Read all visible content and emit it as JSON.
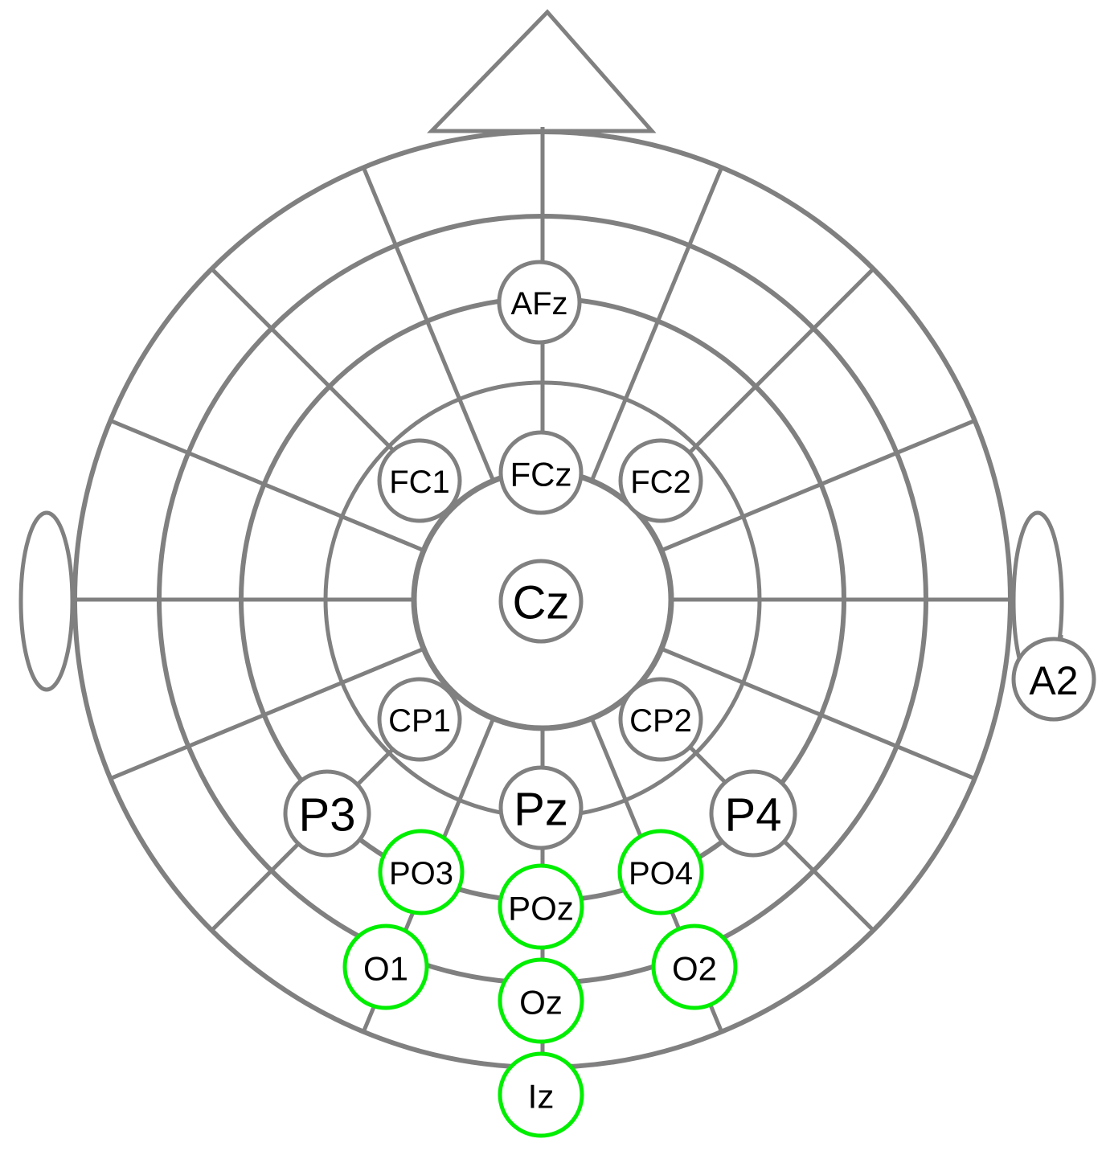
{
  "colors": {
    "grid": "#808080",
    "default_ring": "#808080",
    "selected_ring": "#00ee00",
    "label": "#000000",
    "background": "#ffffff"
  },
  "electrodes": [
    {
      "id": "AFz",
      "label": "AFz",
      "selected": false
    },
    {
      "id": "FC1",
      "label": "FC1",
      "selected": false
    },
    {
      "id": "FCz",
      "label": "FCz",
      "selected": false
    },
    {
      "id": "FC2",
      "label": "FC2",
      "selected": false
    },
    {
      "id": "Cz",
      "label": "Cz",
      "selected": false
    },
    {
      "id": "A2",
      "label": "A2",
      "selected": false
    },
    {
      "id": "CP1",
      "label": "CP1",
      "selected": false
    },
    {
      "id": "CP2",
      "label": "CP2",
      "selected": false
    },
    {
      "id": "P3",
      "label": "P3",
      "selected": false
    },
    {
      "id": "Pz",
      "label": "Pz",
      "selected": false
    },
    {
      "id": "P4",
      "label": "P4",
      "selected": false
    },
    {
      "id": "PO3",
      "label": "PO3",
      "selected": true
    },
    {
      "id": "POz",
      "label": "POz",
      "selected": true
    },
    {
      "id": "PO4",
      "label": "PO4",
      "selected": true
    },
    {
      "id": "O1",
      "label": "O1",
      "selected": true
    },
    {
      "id": "Oz",
      "label": "Oz",
      "selected": true
    },
    {
      "id": "O2",
      "label": "O2",
      "selected": true
    },
    {
      "id": "Iz",
      "label": "Iz",
      "selected": true
    }
  ]
}
